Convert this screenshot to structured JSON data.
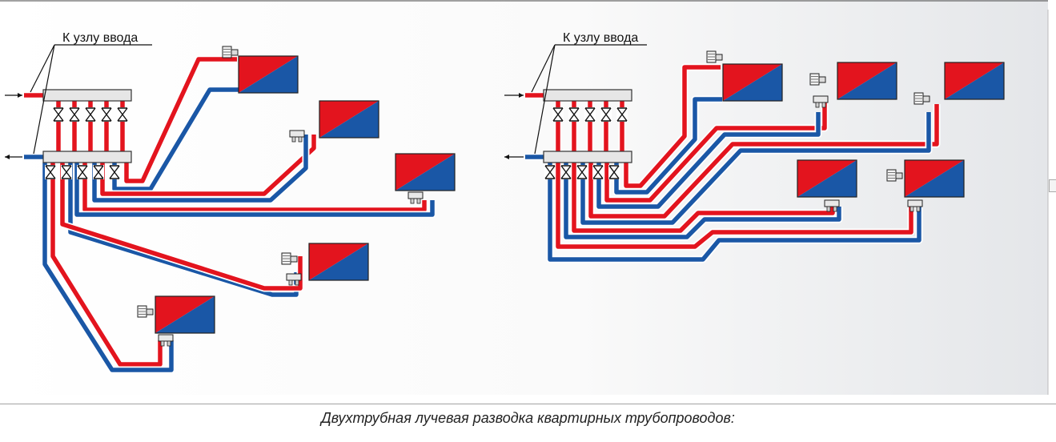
{
  "diagrams": [
    {
      "id": "left",
      "inlet_label": "К узлу ввода"
    },
    {
      "id": "right",
      "inlet_label": "К узлу ввода"
    }
  ],
  "caption": "Двухтрубная лучевая разводка квартирных трубопроводов:",
  "caption_line2": "",
  "colors": {
    "supply": "#e3141e",
    "return": "#1a57a6",
    "pipe_outline": "#ffffff",
    "manifold": "#e6e6e6",
    "background_gradient": "#e9ebee"
  }
}
